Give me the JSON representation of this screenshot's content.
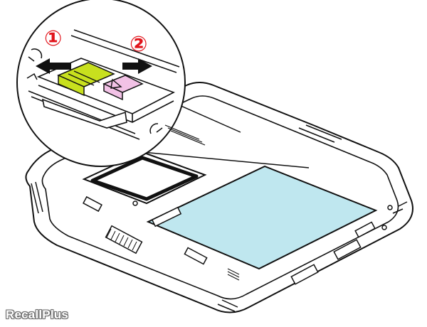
{
  "diagram": {
    "steps": [
      {
        "number": "1",
        "glyph": "①",
        "direction": "left"
      },
      {
        "number": "2",
        "glyph": "②",
        "direction": "right"
      }
    ],
    "colors": {
      "step_label": "#e1141b",
      "arrow": "#111111",
      "outline": "#111111",
      "latch_1": "#c8e01e",
      "latch_2": "#f2c2e6",
      "battery": "#bfe7ef",
      "background": "#ffffff"
    }
  },
  "watermark": {
    "text": "RecallPlus"
  }
}
